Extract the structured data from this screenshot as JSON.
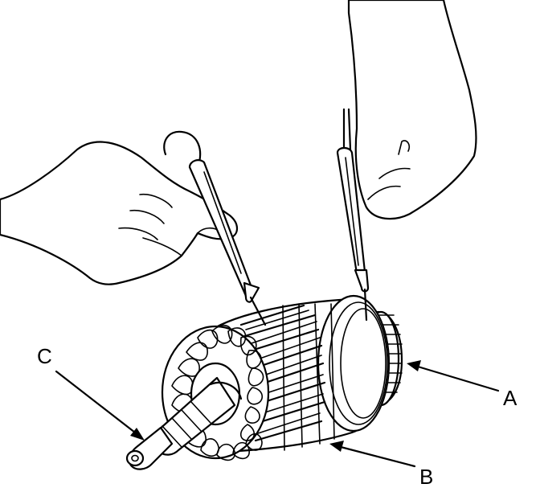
{
  "diagram": {
    "callouts": [
      {
        "id": "A",
        "label": "A"
      },
      {
        "id": "B",
        "label": "B"
      },
      {
        "id": "C",
        "label": "C"
      }
    ],
    "icons": [
      "left-hand-icon",
      "right-hand-icon",
      "left-test-probe-icon",
      "right-test-probe-icon",
      "armature-icon"
    ],
    "colors": {
      "line": "#000000",
      "background": "#ffffff"
    }
  }
}
